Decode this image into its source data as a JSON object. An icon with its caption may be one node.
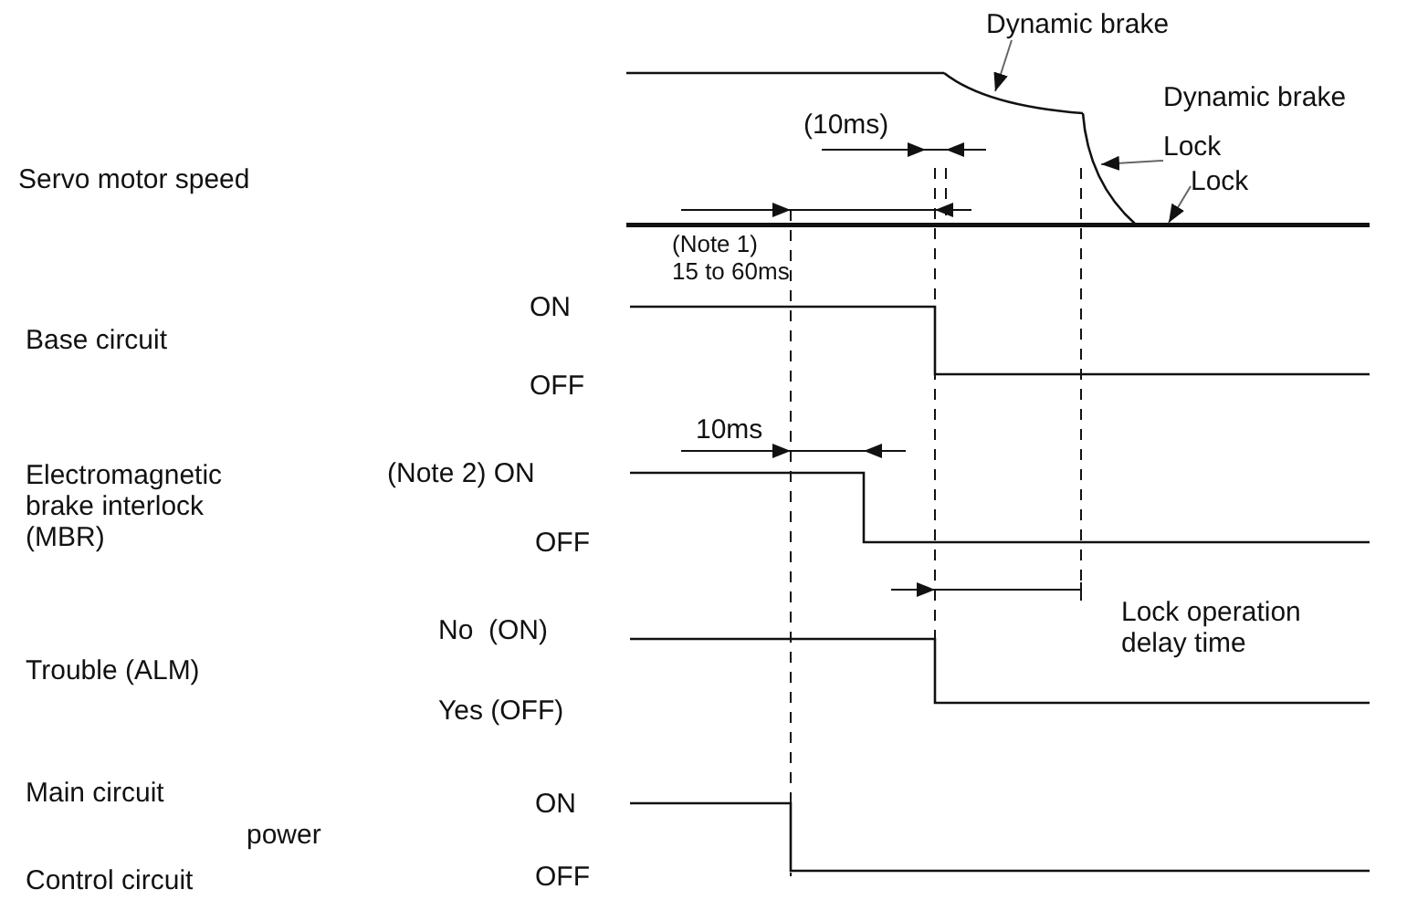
{
  "diagram": {
    "nodes": [
      {
        "text": [
          "Dynamic brake"
        ]
      },
      {
        "text": [
          "Dynamic brake Lock"
        ]
      },
      {
        "text": [
          "Lock"
        ]
      },
      {
        "text": [],
        "shape": "curve"
      },
      {
        "text": [],
        "shape": "curve"
      },
      {
        "text": [],
        "shape": "bar"
      }
    ],
    "edges": [
      {
        "from": 0,
        "to": 3,
        "arrow": "to"
      },
      {
        "from": 1,
        "to": 4,
        "arrow": "to"
      },
      {
        "from": 2,
        "to": 5,
        "arrow": "to"
      }
    ],
    "labels": [
      "(10ms)",
      "Servo motor speed",
      "(Note 1)",
      "15 to 60ms",
      "ON",
      "Base circuit",
      "OFF",
      "10ms",
      "Electromagnetic brake interlock (MBR)",
      "(Note 2) ON",
      "OFF",
      "No  (ON)",
      "Lock operation delay time",
      "Trouble (ALM)",
      "Yes (OFF)",
      "Main circuit",
      "ON",
      "power",
      "Control circuit",
      "OFF"
    ]
  }
}
